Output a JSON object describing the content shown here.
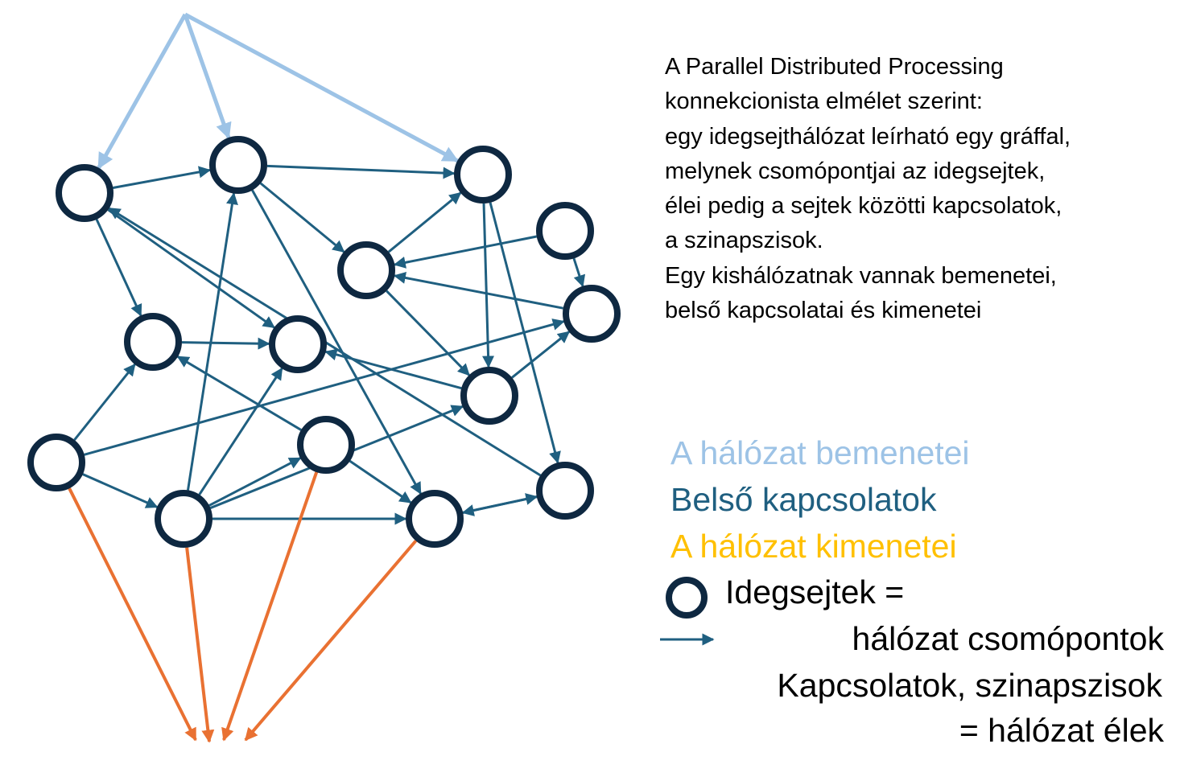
{
  "description": {
    "lines": [
      "A Parallel Distributed Processing",
      "konnekcionista elmélet szerint:",
      "egy idegsejthálózat leírható egy gráffal,",
      "melynek csomópontjai az idegsejtek,",
      "élei pedig a sejtek közötti kapcsolatok,",
      "a szinapszisok.",
      "Egy kishálózatnak vannak bemenetei,",
      "belső kapcsolatai és kimenetei"
    ]
  },
  "legend": {
    "inputs": "A hálózat bemenetei",
    "internal": "Belső kapcsolatok",
    "outputs": "A hálózat kimenetei",
    "neurons_line1": "Idegsejtek =",
    "neurons_line2": "hálózat csomópontok",
    "edges_line1": "Kapcsolatok, szinapszisok",
    "edges_line2": "= hálózat élek"
  },
  "colors": {
    "input": "#9DC3E6",
    "internal": "#1F5F80",
    "output": "#E97132",
    "output_text": "#FFC000",
    "node": "#0E2841"
  },
  "graph": {
    "node_count": 14,
    "internal_edges": [
      [
        1,
        2
      ],
      [
        2,
        3
      ],
      [
        2,
        5
      ],
      [
        2,
        13
      ],
      [
        1,
        7
      ],
      [
        1,
        8
      ],
      [
        14,
        1
      ],
      [
        5,
        3
      ],
      [
        4,
        5
      ],
      [
        6,
        5
      ],
      [
        5,
        9
      ],
      [
        3,
        9
      ],
      [
        3,
        14
      ],
      [
        4,
        6
      ],
      [
        9,
        6
      ],
      [
        10,
        6
      ],
      [
        9,
        8
      ],
      [
        11,
        7
      ],
      [
        10,
        7
      ],
      [
        10,
        12
      ],
      [
        12,
        2
      ],
      [
        12,
        8
      ],
      [
        12,
        11
      ],
      [
        12,
        9
      ],
      [
        12,
        13
      ],
      [
        11,
        13
      ],
      [
        13,
        14
      ],
      [
        14,
        13
      ],
      [
        7,
        8
      ]
    ],
    "input_targets": [
      1,
      2,
      3
    ],
    "output_sources": [
      10,
      12,
      11,
      13
    ]
  }
}
